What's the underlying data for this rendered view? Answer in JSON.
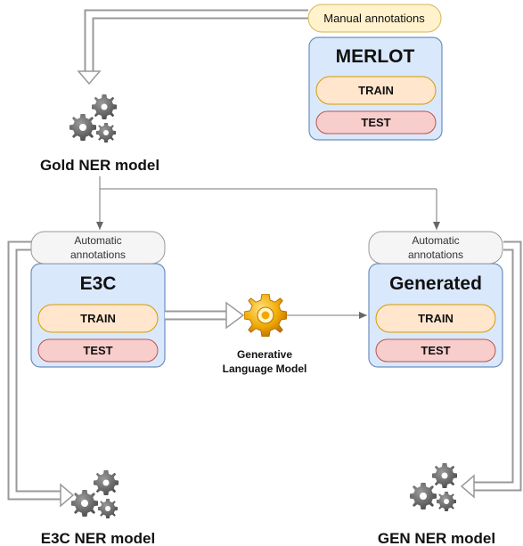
{
  "top_label": "Manual annotations",
  "datasets": {
    "merlot": {
      "name": "MERLOT",
      "train": "TRAIN",
      "test": "TEST"
    },
    "e3c": {
      "name": "E3C",
      "train": "TRAIN",
      "test": "TEST"
    },
    "generated": {
      "name": "Generated",
      "train": "TRAIN",
      "test": "TEST"
    }
  },
  "auto_left": {
    "line1": "Automatic",
    "line2": "annotations"
  },
  "auto_right": {
    "line1": "Automatic",
    "line2": "annotations"
  },
  "models": {
    "gold": "Gold NER model",
    "e3c": "E3C NER model",
    "gen": "GEN NER model",
    "generative": {
      "line1": "Generative",
      "line2": "Language Model"
    }
  },
  "colors": {
    "dataset_panel": "#dae8fc",
    "panel_border": "#6c8ebf",
    "train_fill": "#ffe6cc",
    "train_border": "#d79b00",
    "test_fill": "#f8cecc",
    "test_border": "#b85450",
    "annot_fill": "#fff2cc",
    "annot_border": "#d6b656",
    "gear_grey": "#6a6a6a",
    "gear_gold": "#f0a800"
  },
  "icons": [
    "gear-cluster-icon",
    "gold-gear-icon",
    "hollow-arrow-icon"
  ]
}
